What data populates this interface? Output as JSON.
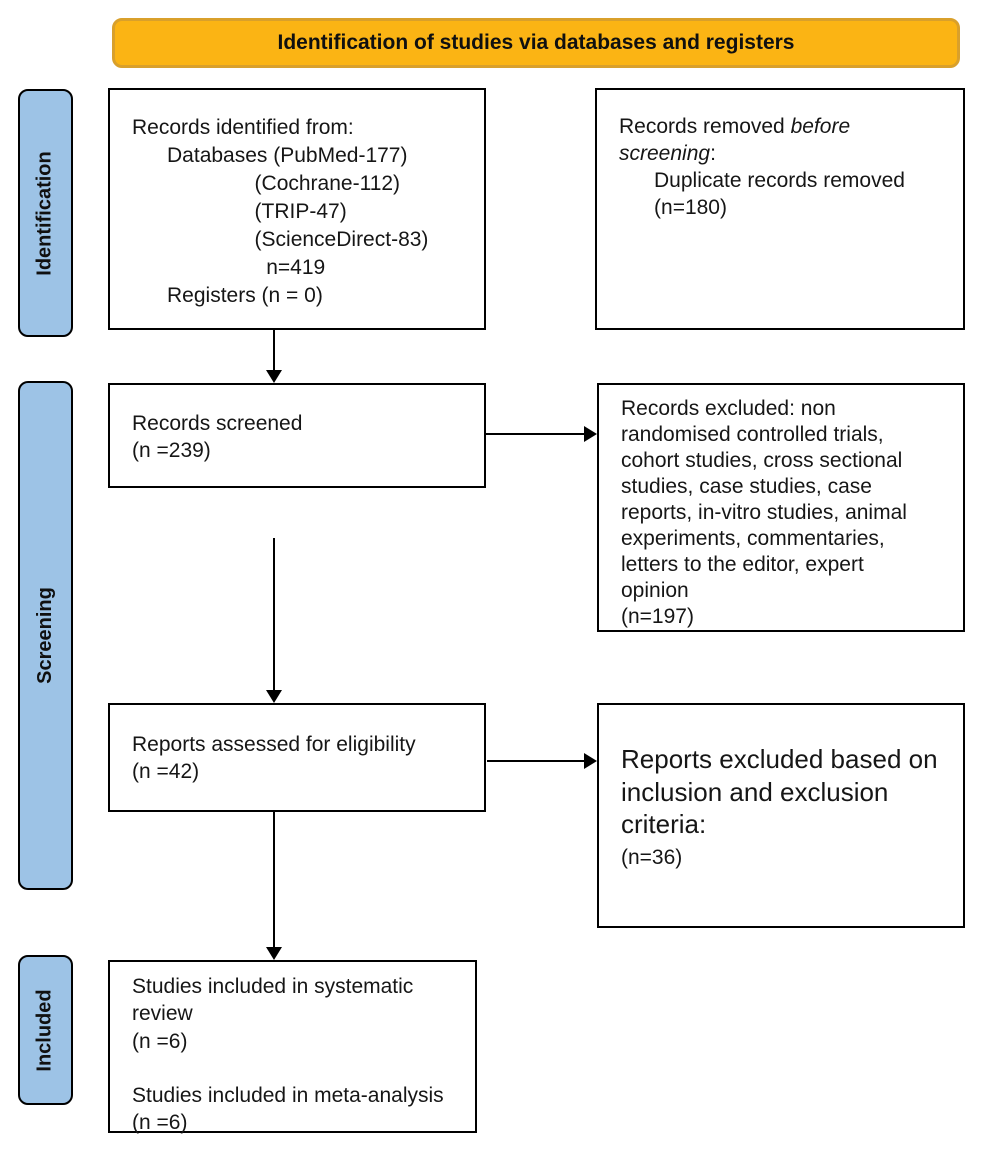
{
  "banner": {
    "title": "Identification of studies via databases and registers"
  },
  "stages": {
    "identification": "Identification",
    "screening": "Screening",
    "included": "Included"
  },
  "boxes": {
    "records_identified": {
      "text": "Records identified from:\n      Databases (PubMed-177)\n                     (Cochrane-112)\n                     (TRIP-47)\n                     (ScienceDirect-83)\n                       n=419\n      Registers (n = 0)"
    },
    "records_removed": {
      "prefix": "Records removed ",
      "emphasis": "before\nscreening",
      "detail": ":\n      Duplicate records removed\n      (n=180)"
    },
    "records_screened": {
      "text": "Records screened\n(n =239)"
    },
    "records_excluded": {
      "text": "Records excluded: non\nrandomised controlled trials,\ncohort studies, cross sectional\nstudies, case studies, case\nreports, in-vitro studies, animal\nexperiments, commentaries,\nletters to the editor, expert\nopinion\n(n=197)"
    },
    "reports_assessed": {
      "text": "Reports assessed for eligibility\n(n =42)"
    },
    "reports_excluded": {
      "main": "Reports excluded based on\ninclusion and exclusion\ncriteria:",
      "count": "(n=36)"
    },
    "studies_included": {
      "text": "Studies included in systematic\nreview\n(n =6)\n\nStudies included in meta-analysis\n(n =6)"
    }
  },
  "colors": {
    "banner_fill": "#FBB414",
    "banner_border": "#D9A02B",
    "stage_fill": "#9DC3E6",
    "outline": "#000000"
  }
}
